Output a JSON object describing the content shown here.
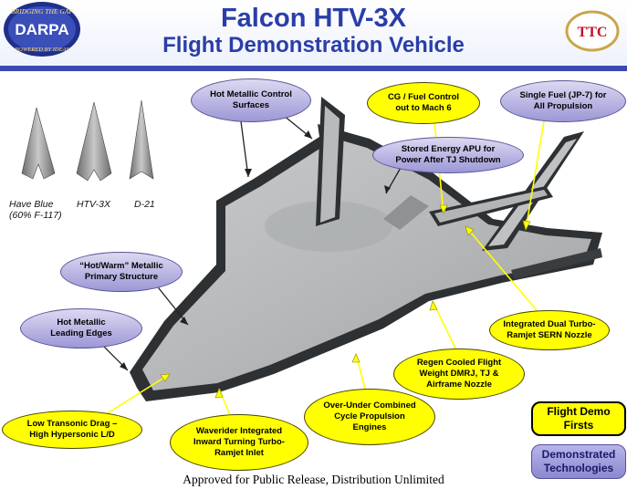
{
  "header": {
    "title_line1": "Falcon HTV-3X",
    "title_line2": "Flight Demonstration Vehicle"
  },
  "logos": {
    "darpa_text": "DARPA",
    "darpa_top_arc": "BRIDGING THE GAP",
    "darpa_bottom_arc": "POWERED BY IDEAS",
    "ttc_text": "TTC"
  },
  "thumbnails": [
    {
      "label_line1": "Have Blue",
      "label_line2": "(60% F-117)"
    },
    {
      "label_line1": "HTV-3X",
      "label_line2": ""
    },
    {
      "label_line1": "D-21",
      "label_line2": ""
    }
  ],
  "callouts": {
    "hot_metallic_control_surfaces": "Hot Metallic Control Surfaces",
    "cg_fuel_control": "CG / Fuel Control out to Mach 6",
    "single_fuel": "Single Fuel (JP-7) for All Propulsion",
    "stored_energy_apu": "Stored Energy APU for Power After TJ Shutdown",
    "hot_warm_structure": "“Hot/Warm” Metallic Primary Structure",
    "hot_metallic_leading_edges": "Hot Metallic Leading Edges",
    "integrated_dual_nozzle": "Integrated Dual Turbo-Ramjet SERN Nozzle",
    "regen_cooled": "Regen Cooled Flight Weight DMRJ, TJ & Airframe Nozzle",
    "over_under": "Over-Under Combined Cycle Propulsion Engines",
    "waverider_inlet": "Waverider Integrated Inward Turning Turbo-Ramjet Inlet",
    "low_transonic_drag": "Low Transonic Drag – High Hypersonic L/D"
  },
  "legend": {
    "flight_demo_firsts": "Flight Demo Firsts",
    "demonstrated_technologies": "Demonstrated Technologies"
  },
  "footer": "Approved for Public Release, Distribution Unlimited"
}
